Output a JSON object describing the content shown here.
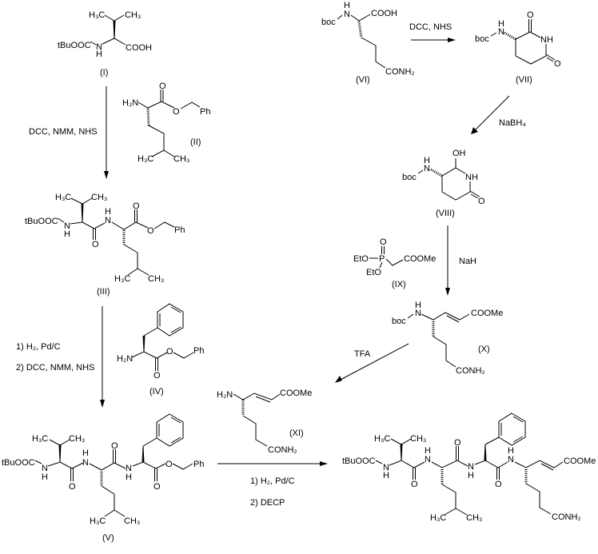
{
  "compounds": {
    "I": {
      "label": "(I)",
      "h3c": "H₃C",
      "ch3": "CH₃",
      "prot": "tBuOOC",
      "n": "N",
      "h": "H",
      "acid": "COOH"
    },
    "II": {
      "label": "(II)",
      "h2n": "H₂N",
      "o1": "O",
      "o2": "O",
      "ph": "Ph",
      "h3c": "H₃C",
      "ch3": "CH₃"
    },
    "III": {
      "label": "(III)",
      "h3c": "H₃C",
      "ch3": "CH₃",
      "prot": "tBuOOC",
      "n1": "N",
      "h1": "H",
      "o1": "O",
      "n2": "N",
      "h2": "H",
      "o2": "O",
      "o3": "O",
      "ph": "Ph",
      "h3c2": "H₃C",
      "ch32": "CH₃"
    },
    "IV": {
      "label": "(IV)",
      "h2n": "H₂N",
      "o1": "O",
      "o2": "O",
      "ph": "Ph"
    },
    "V": {
      "label": "(V)",
      "h3c": "H₃C",
      "ch3": "CH₃",
      "prot": "tBuOOC",
      "n1": "N",
      "h1": "H",
      "o1": "O",
      "n2": "N",
      "h2": "H",
      "o2": "O",
      "n3": "N",
      "h3": "H",
      "o3": "O",
      "o4": "O",
      "ph": "Ph",
      "h3c2": "H₃C",
      "ch32": "CH₃"
    },
    "VI": {
      "label": "(VI)",
      "h": "H",
      "n": "N",
      "prot": "boc",
      "acid": "COOH",
      "amide": "CONH₂"
    },
    "VII": {
      "label": "(VII)",
      "h": "H",
      "n": "N",
      "prot": "boc",
      "o1": "O",
      "nh": "NH",
      "o2": "O"
    },
    "VIII": {
      "label": "(VIII)",
      "oh": "OH",
      "h": "H",
      "n": "N",
      "prot": "boc",
      "nh": "NH",
      "o": "O"
    },
    "IX": {
      "label": "(IX)",
      "o": "O",
      "eto1": "EtO",
      "p": "P",
      "ester": "COOMe",
      "eto2": "EtO"
    },
    "X": {
      "label": "(X)",
      "h": "H",
      "n": "N",
      "prot": "boc",
      "ester": "COOMe",
      "amide": "CONH₂"
    },
    "XI": {
      "label": "(XI)",
      "h2n": "H₂N",
      "ester": "COOMe",
      "amide": "CONH₂"
    },
    "product": {
      "h3c": "H₃C",
      "ch3": "CH₃",
      "prot": "tBuOOC",
      "n1": "N",
      "h1": "H",
      "o1": "O",
      "n2": "N",
      "h2": "H",
      "o2": "O",
      "n3": "N",
      "h3": "H",
      "o3": "O",
      "n4": "N",
      "h4": "H",
      "ester": "COOMe",
      "amide": "CONH₂",
      "h3c2": "H₃C",
      "ch32": "CH₃"
    }
  },
  "reagents": {
    "step1": "DCC, NMM, NHS",
    "step2a": "1) H₂, Pd/C",
    "step2b": "2) DCC, NMM, NHS",
    "step3a": "1) H₂, Pd/C",
    "step3b": "2) DECP",
    "step4": "DCC, NHS",
    "step5": "NaBH₄",
    "step6": "NaH",
    "step7": "TFA"
  }
}
